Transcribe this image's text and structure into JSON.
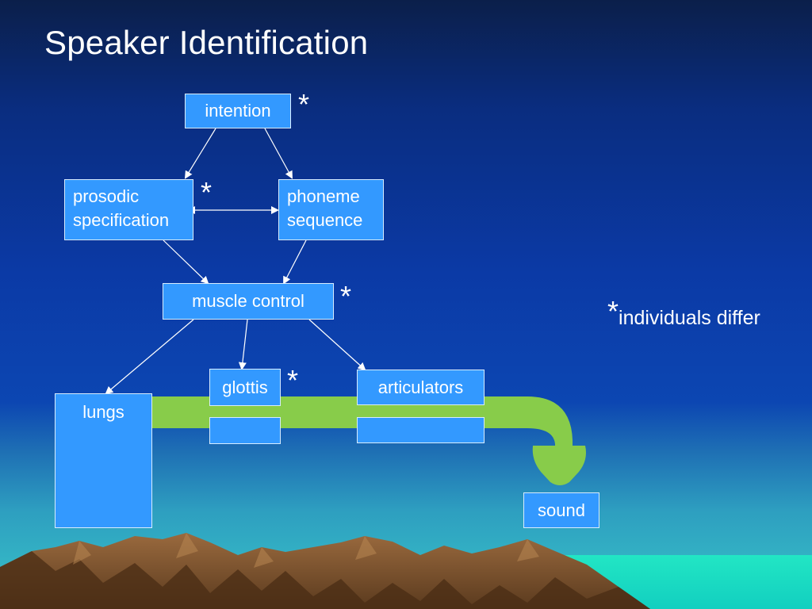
{
  "slide": {
    "title": "Speaker Identification"
  },
  "diagram": {
    "nodes": {
      "intention": "intention",
      "prosodic_line1": "prosodic",
      "prosodic_line2": "specification",
      "phoneme_line1": "phoneme",
      "phoneme_line2": "sequence",
      "muscle_control": "muscle control",
      "glottis": "glottis",
      "articulators": "articulators",
      "lungs": "lungs",
      "sound": "sound"
    },
    "markers": {
      "asterisk": "*"
    },
    "note": {
      "marker": "*",
      "text": "individuals differ"
    }
  },
  "colors": {
    "box_fill": "#3399ff",
    "airflow_green": "#88cc4a",
    "arrow_white": "#ffffff"
  }
}
